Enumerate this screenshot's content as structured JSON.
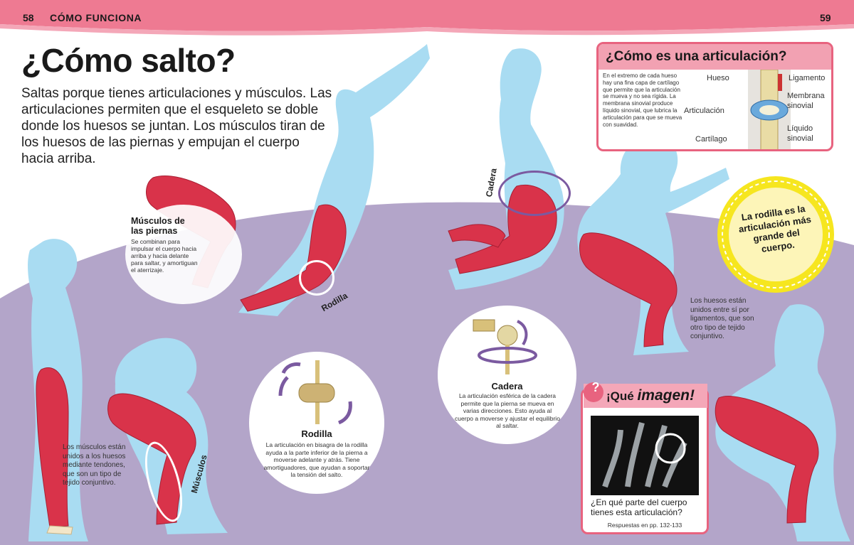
{
  "header": {
    "page_left": "58",
    "section": "CÓMO FUNCIONA",
    "page_right": "59"
  },
  "title": "¿Cómo salto?",
  "intro": "Saltas porque tienes articulaciones y músculos. Las articulaciones permiten que el esqueleto se doble donde los huesos se juntan. Los músculos tiran de los huesos de las piernas y empujan el cuerpo hacia arriba.",
  "leg_muscles": {
    "heading": "Músculos de las piernas",
    "text": "Se combinan para impulsar el cuerpo hacia arriba y hacia delante para saltar, y amortiguan el aterrizaje."
  },
  "labels": {
    "rodilla": "Rodilla",
    "cadera": "Cadera",
    "musculos": "Músculos"
  },
  "knee": {
    "heading": "Rodilla",
    "text": "La articulación en bisagra de la rodilla ayuda a la parte inferior de la pierna a moverse adelante y atrás. Tiene amortiguadores, que ayudan a soportar la tensión del salto."
  },
  "hip": {
    "heading": "Cadera",
    "text": "La articulación esférica de la cadera permite que la pierna se mueva en varias direcciones. Esto ayuda al cuerpo a moverse y ajustar el equilibrio al saltar."
  },
  "tendons": {
    "text": "Los músculos están unidos a los huesos mediante tendones, que son un tipo de tejido conjuntivo."
  },
  "ligaments": {
    "text": "Los huesos están unidos entre sí por ligamentos, que son otro tipo de tejido conjuntivo."
  },
  "joint_box": {
    "title": "¿Cómo es una articulación?",
    "text": "En el extremo de cada hueso hay una fina capa de cartílago que permite que la articulación se mueva y no sea rígida. La membrana sinovial produce líquido sinovial, que lubrica la articulación para que se mueva con suavidad.",
    "label_hueso": "Hueso",
    "label_articulacion": "Articulación",
    "label_cartilago": "Cartílago",
    "label_ligamento": "Ligamento",
    "label_membrana": "Membrana sinovial",
    "label_liquido": "Líquido sinovial"
  },
  "badge": {
    "text": "La rodilla es la articulación más grande del cuerpo."
  },
  "quiz": {
    "icon": "?",
    "title_pre": "¡Qué ",
    "title_em": "imagen!",
    "question": "¿En qué parte del cuerpo tienes esta articulación?",
    "answer_ref": "Respuestas en pp. 132-133"
  },
  "colors": {
    "header_pink": "#ee7a92",
    "accent_pink": "#e8637f",
    "purple_bg": "#b3a5c9",
    "silhouette_blue": "#a9dcf2",
    "muscle_red": "#d9334a",
    "badge_yellow": "#f6e61f"
  }
}
